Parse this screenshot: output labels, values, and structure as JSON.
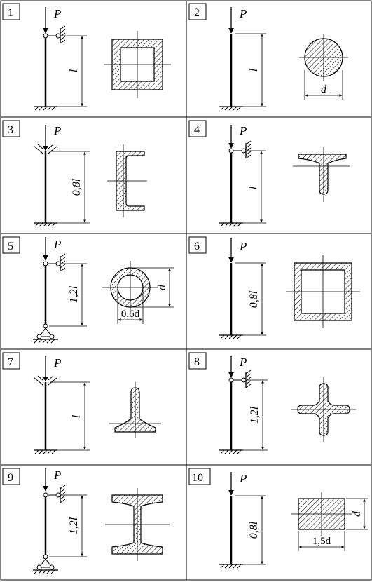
{
  "load_label": "P",
  "cells": [
    {
      "number": "1",
      "length": "l"
    },
    {
      "number": "2",
      "length": "l",
      "dim": "d"
    },
    {
      "number": "3",
      "length": "0,8l"
    },
    {
      "number": "4",
      "length": "l"
    },
    {
      "number": "5",
      "length": "1,2l",
      "dim": "d",
      "dim2": "0,6d"
    },
    {
      "number": "6",
      "length": "0,8l"
    },
    {
      "number": "7",
      "length": "l"
    },
    {
      "number": "8",
      "length": "1,2l"
    },
    {
      "number": "9",
      "length": "1,2l"
    },
    {
      "number": "10",
      "length": "0,8l",
      "dim": "d",
      "dim2": "1,5d"
    }
  ]
}
